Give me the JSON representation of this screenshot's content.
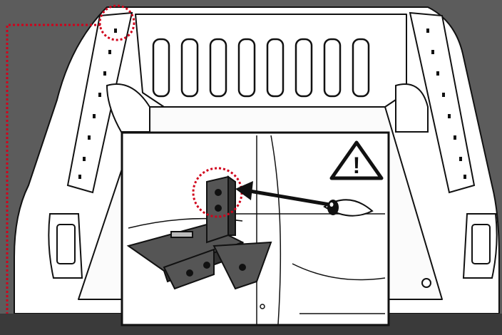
{
  "diagram": {
    "colors": {
      "background": "#5c5c5c",
      "line_art": "#111111",
      "fill": "#ffffff",
      "highlight": "#d0021b",
      "bracket": "#444444"
    },
    "illustration": {
      "subject": "pickup-truck-bed-rear-view",
      "callout_marker": "dotted-red-circle",
      "leader_line": "dotted-red-path"
    },
    "inset": {
      "subject": "corner-bracket-detail",
      "warning_symbol": "!",
      "view_indicator": "eye-with-arrow"
    }
  }
}
